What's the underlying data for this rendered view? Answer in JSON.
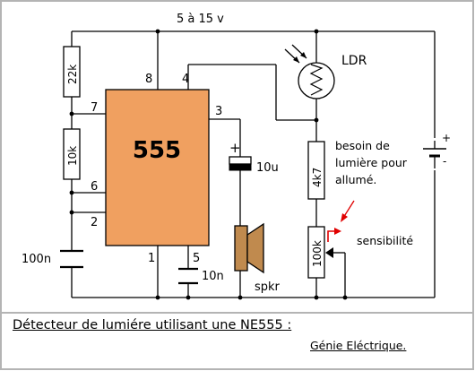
{
  "diagram": {
    "supply_label": "5 à 15 v",
    "ic": {
      "name": "555",
      "pins": {
        "p1": "1",
        "p2": "2",
        "p3": "3",
        "p4": "4",
        "p5": "5",
        "p6": "6",
        "p7": "7",
        "p8": "8"
      }
    },
    "components": {
      "r1": "22k",
      "r2": "10k",
      "c_timing": "100n",
      "c_control": "10n",
      "c_coupling": "10u",
      "c_coupling_polarity": "+",
      "speaker": "spkr",
      "ldr": "LDR",
      "r_series": "4k7",
      "pot": "100k",
      "battery_plus": "+",
      "battery_minus": "-"
    },
    "annotations": {
      "ldr_note_line1": "besoin de",
      "ldr_note_line2": "lumière pour",
      "ldr_note_line3": "allumé.",
      "sensitivity": "sensibilité"
    },
    "colors": {
      "ic_fill": "#f0a060",
      "speaker_fill": "#c08a4e",
      "wire": "#000000",
      "frame": "#b4b4b4",
      "arrow": "#e00000"
    }
  },
  "caption": {
    "title": "Détecteur de lumiére utilisant une NE555 :",
    "author": "Génie Eléctrique."
  }
}
